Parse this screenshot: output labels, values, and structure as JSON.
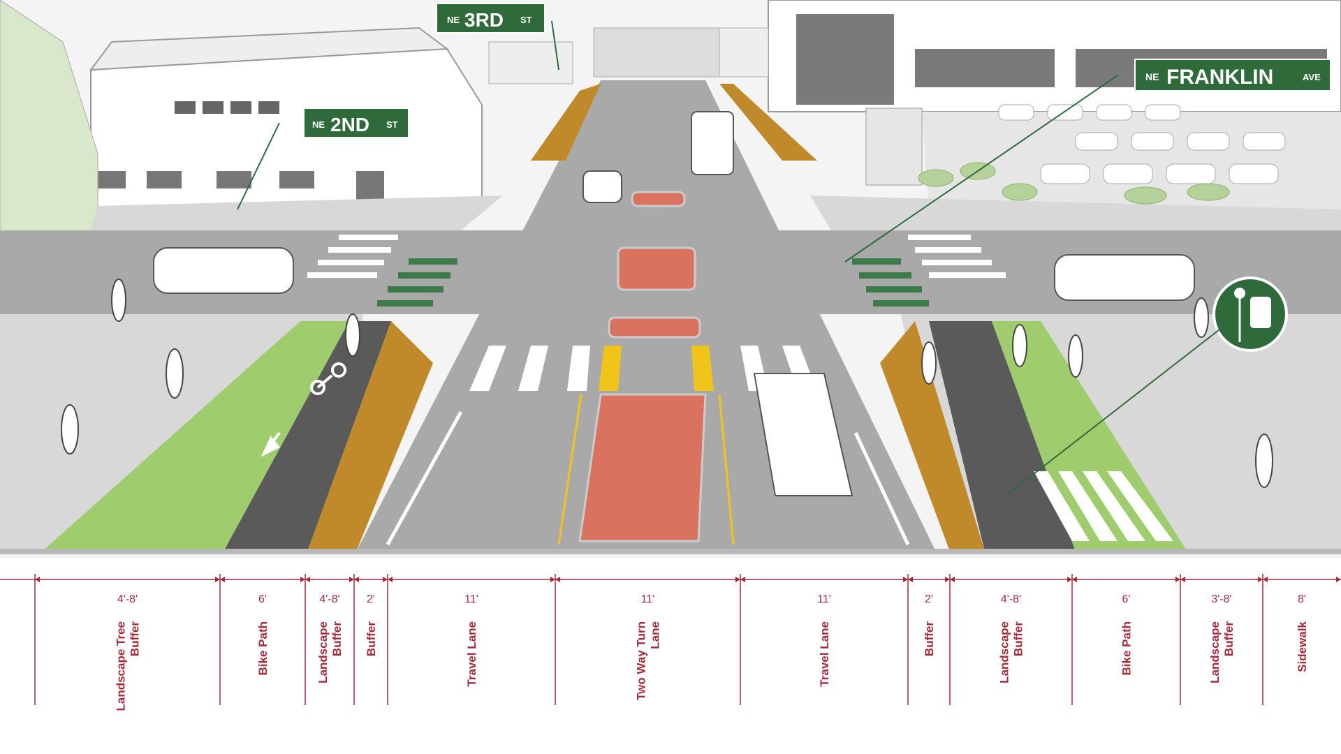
{
  "signs": {
    "ne_3rd": {
      "prefix": "NE",
      "name": "3RD",
      "suffix": "ST"
    },
    "ne_2nd": {
      "prefix": "NE",
      "name": "2ND",
      "suffix": "ST"
    },
    "ne_franklin": {
      "prefix": "NE",
      "name": "FRANKLIN",
      "suffix": "AVE"
    }
  },
  "icons": {
    "bus_stop": "bus-stop-sign-icon",
    "bike_lane": "bike-lane-symbol-icon"
  },
  "colors": {
    "sign_green": "#2f6b3a",
    "turn_lane": "#d9735f",
    "landscape_buffer": "#c08a2a",
    "landscape_green": "#9fcc6c",
    "bike_path": "#5a5a5a",
    "road": "#a9a9a9",
    "sidewalk": "#d8d8d8",
    "bike_crossing": "#3d7a4a",
    "crosswalk_yellow": "#f0c419",
    "dimension_red": "#a52a3a"
  },
  "cross_section": [
    {
      "width": "4'-8'",
      "label": [
        "Landscape Tree",
        "Buffer"
      ]
    },
    {
      "width": "6'",
      "label": [
        "Bike Path"
      ]
    },
    {
      "width": "4'-8'",
      "label": [
        "Landscape",
        "Buffer"
      ]
    },
    {
      "width": "2'",
      "label": [
        "Buffer"
      ]
    },
    {
      "width": "11'",
      "label": [
        "Travel Lane"
      ]
    },
    {
      "width": "11'",
      "label": [
        "Two Way Turn",
        "Lane"
      ]
    },
    {
      "width": "11'",
      "label": [
        "Travel Lane"
      ]
    },
    {
      "width": "2'",
      "label": [
        "Buffer"
      ]
    },
    {
      "width": "4'-8'",
      "label": [
        "Landscape",
        "Buffer"
      ]
    },
    {
      "width": "6'",
      "label": [
        "Bike Path"
      ]
    },
    {
      "width": "3'-8'",
      "label": [
        "Landscape",
        "Buffer"
      ]
    },
    {
      "width": "8'",
      "label": [
        "Sidewalk"
      ]
    }
  ]
}
